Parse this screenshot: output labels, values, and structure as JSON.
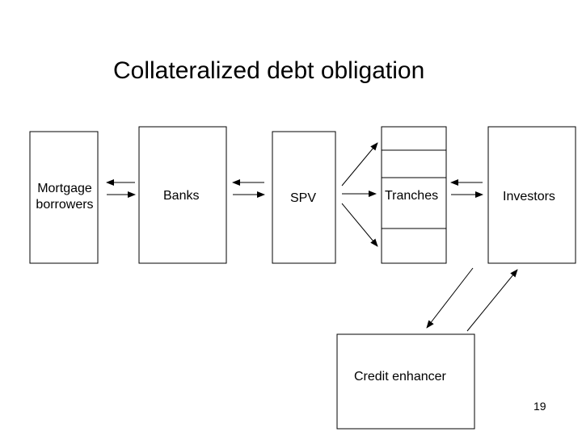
{
  "slide": {
    "title": "Collateralized debt obligation",
    "page_number": "19"
  },
  "nodes": {
    "mortgage_borrowers": {
      "line1": "Mortgage",
      "line2": "borrowers"
    },
    "banks": "Banks",
    "spv": "SPV",
    "tranches": "Tranches",
    "investors": "Investors",
    "credit_enhancer": "Credit enhancer"
  }
}
